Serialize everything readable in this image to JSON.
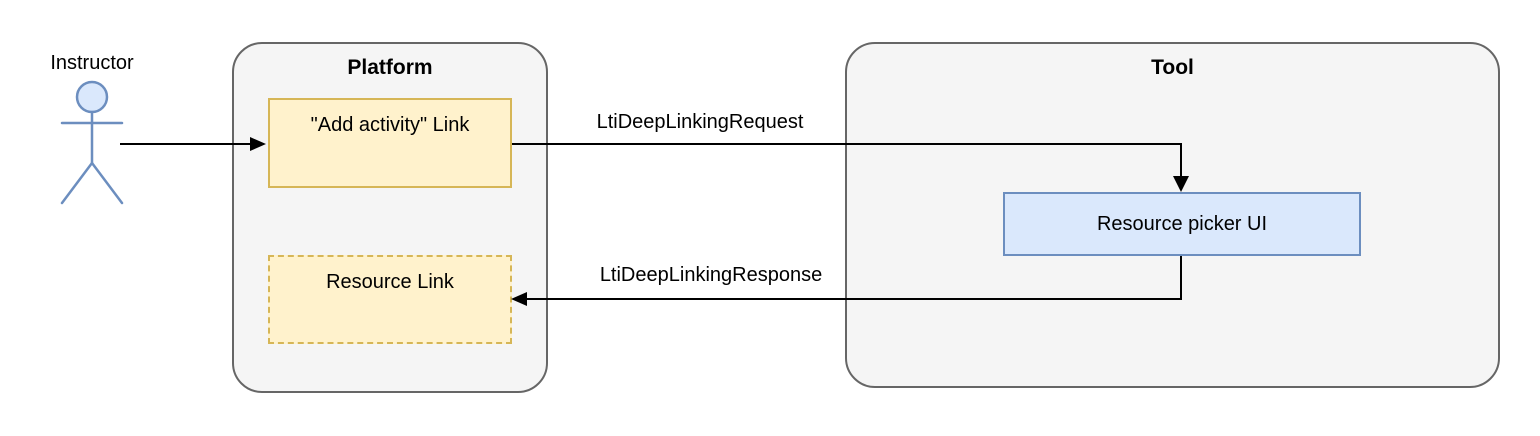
{
  "diagram": {
    "actor": {
      "label": "Instructor"
    },
    "platform": {
      "title": "Platform",
      "nodes": {
        "add_activity": {
          "label": "\"Add activity\" Link"
        },
        "resource_link": {
          "label": "Resource Link"
        }
      }
    },
    "tool": {
      "title": "Tool",
      "nodes": {
        "resource_picker": {
          "label": "Resource picker UI"
        }
      }
    },
    "edges": {
      "instructor_to_add_activity": {
        "label": ""
      },
      "request": {
        "label": "LtiDeepLinkingRequest"
      },
      "response": {
        "label": "LtiDeepLinkingResponse"
      }
    },
    "colors": {
      "container_fill": "#f5f5f5",
      "container_stroke": "#666666",
      "yellow_fill": "#fff2cc",
      "yellow_stroke": "#d6b656",
      "blue_fill": "#dae8fc",
      "blue_stroke": "#6c8ebf",
      "edge_stroke": "#000000",
      "text_color": "#000000"
    }
  }
}
